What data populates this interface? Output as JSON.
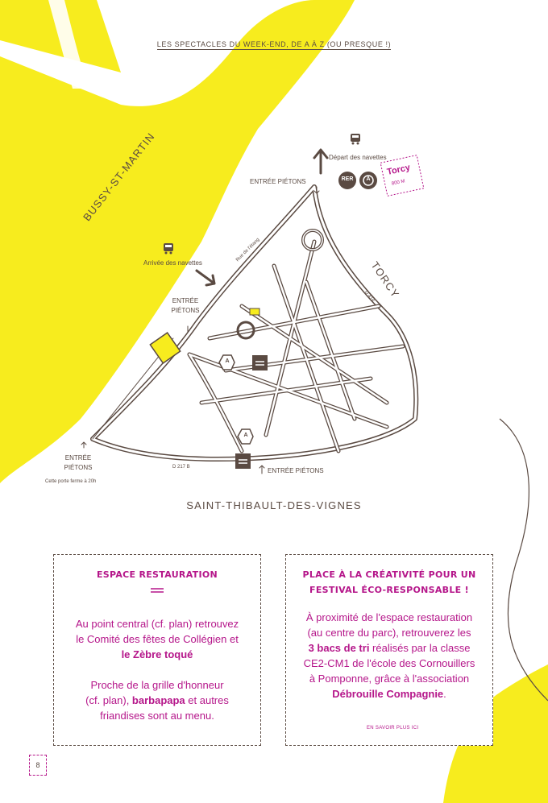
{
  "header": {
    "title": "LES SPECTACLES DU WEEK-END, DE A À Z (OU PRESQUE !)"
  },
  "map": {
    "depart_navettes": "Départ des navettes",
    "rer_badge": "RER",
    "a_badge": "A",
    "torcy_stamp": "Torcy",
    "torcy_distance": "800 M",
    "entree_pietons_top": "ENTRÉE PIÉTONS",
    "bussy": "BUSSY-ST-MARTIN",
    "arrivee_navettes": "Arrivée des navettes",
    "rue_etang": "Rue de l'étang",
    "entree_pietons_left_1": "ENTRÉE",
    "entree_pietons_left_2": "PIÉTONS",
    "torcy_town": "TORCY",
    "d418": "D 418",
    "entree_pietons_bl_1": "ENTRÉE",
    "entree_pietons_bl_2": "PIÉTONS",
    "porte_ferme": "Cette porte ferme à 20h",
    "d217": "D 217 B",
    "entree_pietons_bottom": "ENTRÉE PIÉTONS",
    "marker_a": "A",
    "saint_thibault": "SAINT-THIBAULT-DES-VIGNES"
  },
  "box_left": {
    "title": "ESPACE RESTAURATION",
    "p1_a": "Au point central (cf. plan) retrouvez",
    "p1_b": "le Comité des fêtes de Collégien et",
    "p1_c": "le Zèbre toqué",
    "p2_a": "Proche de la grille d'honneur",
    "p2_b1": "(cf. plan), ",
    "p2_b2": "barbapapa",
    "p2_b3": " et autres",
    "p2_c": "friandises sont au menu."
  },
  "box_right": {
    "title_1": "PLACE À LA CRÉATIVITÉ POUR UN",
    "title_2": "FESTIVAL ÉCO-RESPONSABLE !",
    "l1": "À proximité de l'espace restauration",
    "l2": "(au centre du parc), retrouverez les",
    "l3_b": "3 bacs de tri",
    "l3_r": " réalisés par la classe",
    "l4": "CE2-CM1 de l'école des Cornouillers",
    "l5": "à Pomponne, grâce à l'association",
    "l6_b": "Débrouille Compagnie",
    "l6_r": ".",
    "more": "EN SAVOIR PLUS ICI"
  },
  "page_number": "8",
  "colors": {
    "yellow": "#f7ec1e",
    "magenta": "#b5168a",
    "brown": "#5a4a42"
  }
}
